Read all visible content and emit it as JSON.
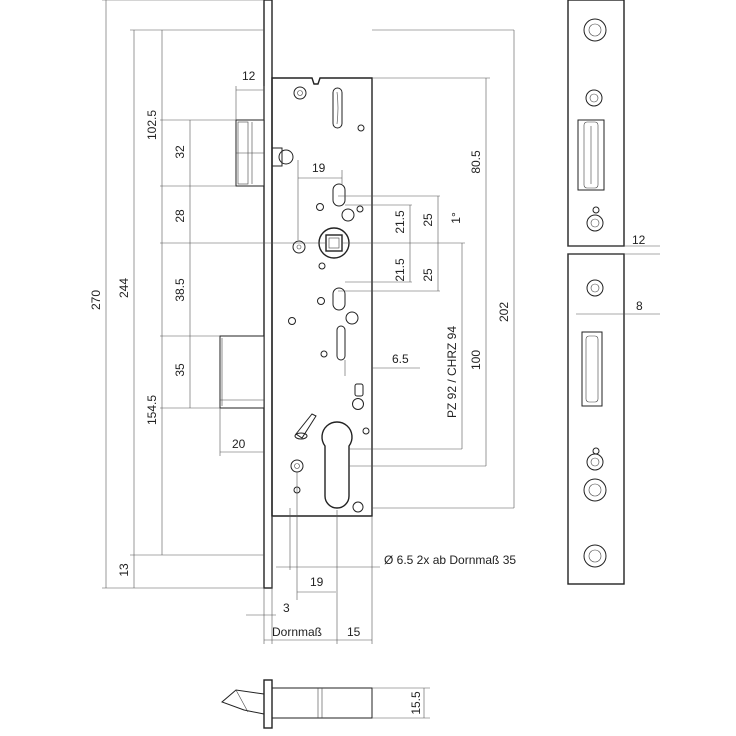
{
  "dimensions": {
    "d12_top": "12",
    "d102_5": "102.5",
    "d32": "32",
    "d28": "28",
    "d38_5": "38.5",
    "d35": "35",
    "d154_5": "154.5",
    "d20": "20",
    "d270": "270",
    "d244": "244",
    "d13": "13",
    "d19_top": "19",
    "d21_5_a": "21.5",
    "d25_a": "25",
    "d1deg": "1°",
    "d21_5_b": "21.5",
    "d25_b": "25",
    "d80_5": "80.5",
    "d202": "202",
    "d100": "100",
    "dPZ": "PZ 92 / CHRZ 94",
    "d6_5": "6.5",
    "dHole": "Ø 6.5 2x ab Dornmaß 35",
    "d19_bot": "19",
    "d3": "3",
    "dDornmass": "Dornmaß",
    "d15": "15",
    "d12_right": "12",
    "d8": "8",
    "d15_5": "15.5"
  }
}
